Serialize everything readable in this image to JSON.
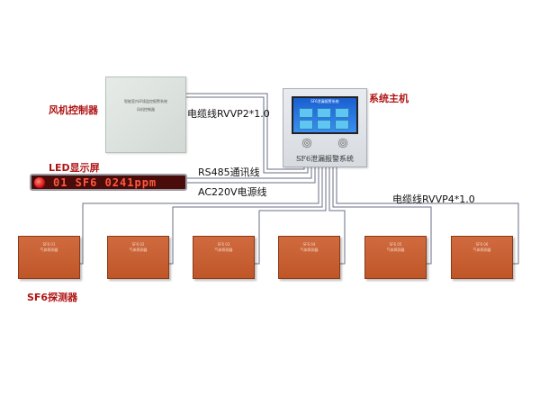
{
  "labels": {
    "fan_controller": "风机控制器",
    "main_host": "系统主机",
    "led_display": "LED显示屏",
    "sf6_detector": "SF6探测器",
    "cable_rvvp2": "电缆线RVVP2*1.0",
    "rs485": "RS485通讯线",
    "ac220v": "AC220V电源线",
    "cable_rvvp4": "电缆线RVVP4*1.0"
  },
  "fan_box": {
    "line1": "智能室内环境监控报警系统",
    "line2": "风机控制器"
  },
  "host": {
    "screen_title": "SF6泄漏报警系统",
    "panel_name": "SF6泄漏报警系统"
  },
  "led": {
    "text": "01 SF6   0241ppm"
  },
  "detectors": [
    {
      "model": "SF6 01",
      "sub": "气体探测器"
    },
    {
      "model": "SF6 02",
      "sub": "气体探测器"
    },
    {
      "model": "SF6 03",
      "sub": "气体探测器"
    },
    {
      "model": "SF6 04",
      "sub": "气体探测器"
    },
    {
      "model": "SF6 05",
      "sub": "气体探测器"
    },
    {
      "model": "SF6 06",
      "sub": "气体探测器"
    }
  ],
  "colors": {
    "wire": "#6a6f86",
    "label_red": "#b01515",
    "detector": "#c65c2e"
  }
}
